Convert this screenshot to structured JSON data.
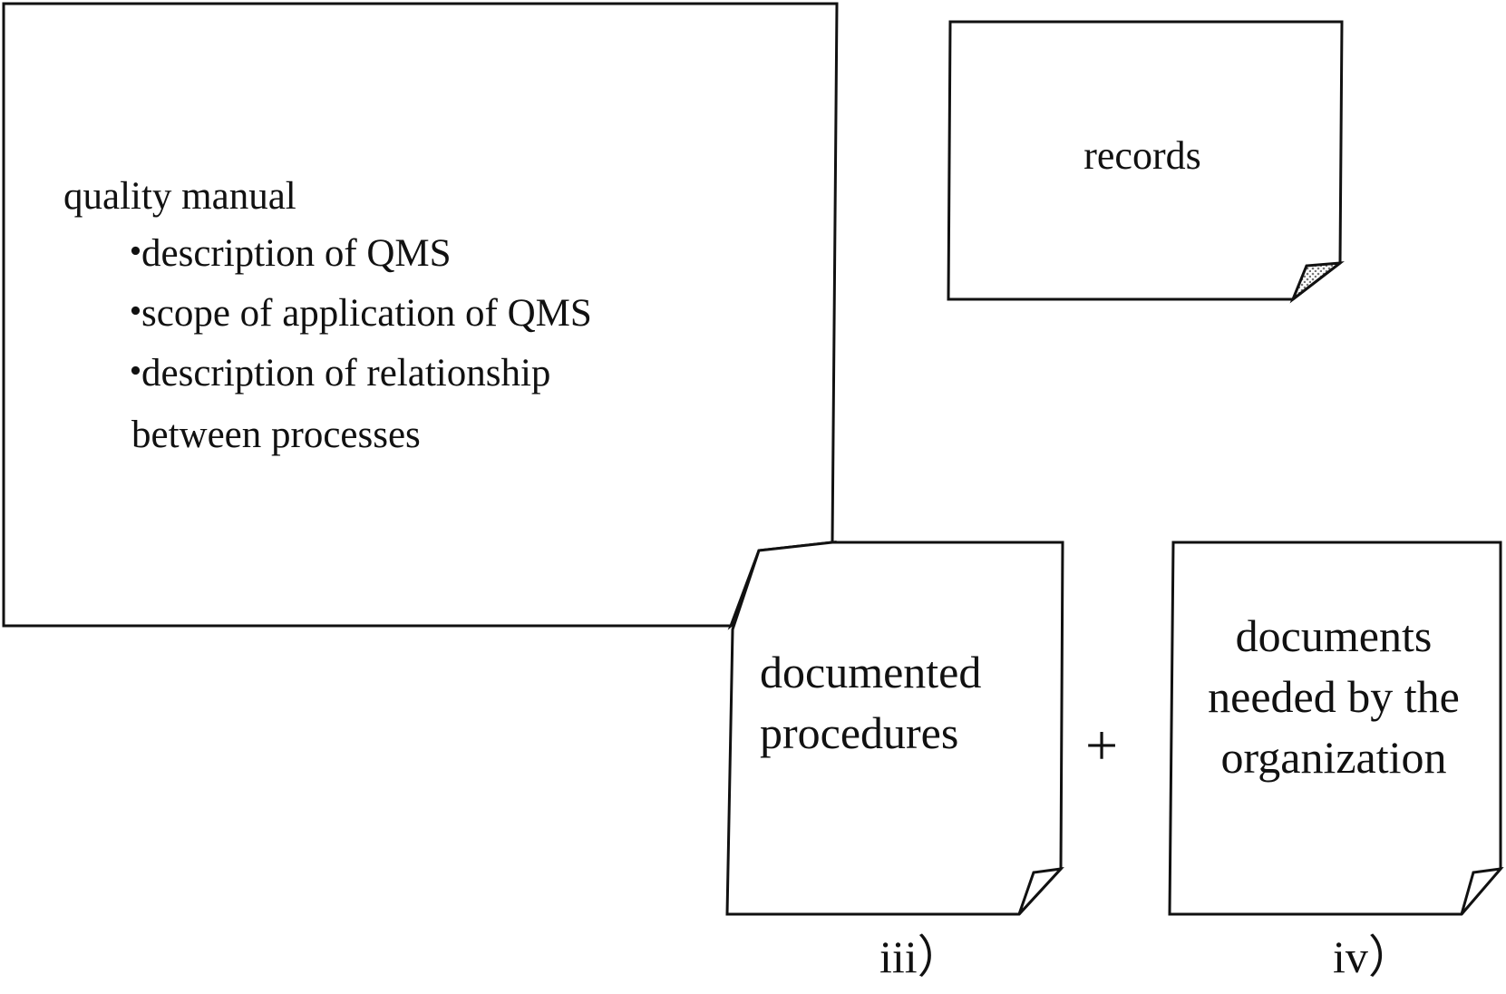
{
  "quality_manual": {
    "title": "quality manual",
    "bullet_symbol": "・",
    "bullets": [
      "description of QMS",
      "scope of application of QMS",
      "description of relationship"
    ],
    "bullet3_continuation": "between processes"
  },
  "records": {
    "label": "records"
  },
  "procedures": {
    "label": "documented procedures",
    "caption": "iii）"
  },
  "connector": {
    "symbol": "+"
  },
  "organization_documents": {
    "label": "documents needed by the organization",
    "caption": "iv）"
  }
}
